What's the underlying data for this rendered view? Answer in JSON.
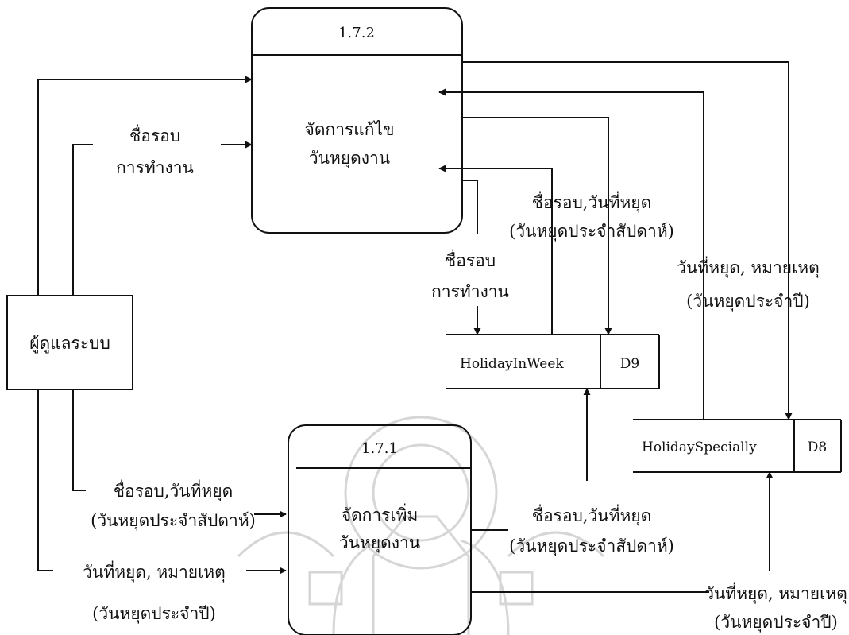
{
  "processes": {
    "p172": {
      "id": "1.7.2",
      "line1": "จัดการแก้ไข",
      "line2": "วันหยุดงาน"
    },
    "p171": {
      "id": "1.7.1",
      "line1": "จัดการเพิ่ม",
      "line2": "วันหยุดงาน"
    }
  },
  "entity": {
    "label": "ผู้ดูแลระบบ"
  },
  "stores": {
    "d9": {
      "name": "HolidayInWeek",
      "code": "D9"
    },
    "d8": {
      "name": "HolidaySpecially",
      "code": "D8"
    }
  },
  "flows": {
    "f1": {
      "line1": "ชื่อรอบ",
      "line2": "การทำงาน"
    },
    "f2": {
      "line1": "ชื่อรอบ,วันที่หยุด",
      "line2": "(วันหยุดประจำสัปดาห์)"
    },
    "f3": {
      "line1": "ชื่อรอบ",
      "line2": "การทำงาน"
    },
    "f4": {
      "line1": "วันที่หยุด, หมายเหตุ",
      "line2": "(วันหยุดประจำปี)"
    },
    "f5": {
      "line1": "ชื่อรอบ,วันที่หยุด",
      "line2": "(วันหยุดประจำสัปดาห์)"
    },
    "f6": {
      "line1": "ชื่อรอบ,วันที่หยุด",
      "line2": "(วันหยุดประจำสัปดาห์)"
    },
    "f7": {
      "line1": "วันที่หยุด, หมายเหตุ",
      "line2": "(วันหยุดประจำปี)"
    },
    "f8": {
      "line1": "วันที่หยุด, หมายเหตุ",
      "line2": "(วันหยุดประจำปี)"
    }
  }
}
